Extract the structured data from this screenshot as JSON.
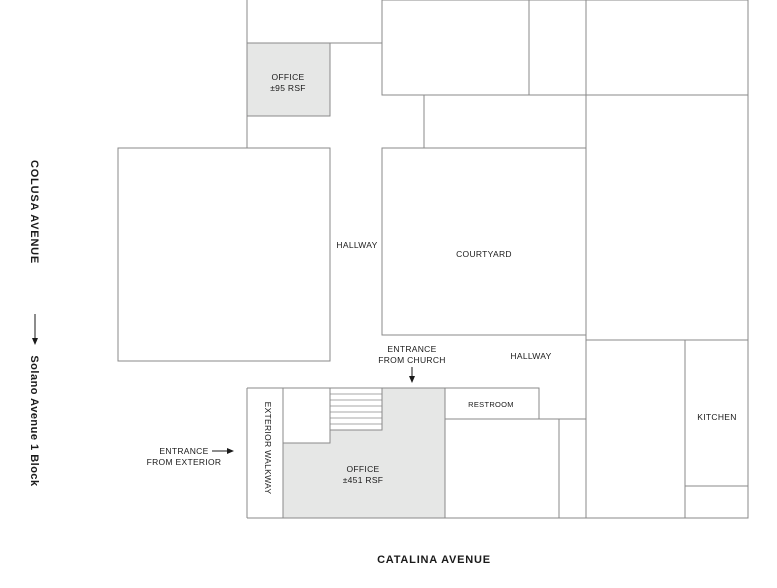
{
  "colors": {
    "wall": "#8a8a8a",
    "shaded_office": "#e6e7e6",
    "text": "#1a1a1a"
  },
  "streets": {
    "left": "COLUSA AVENUE",
    "left_direction": "Solano Avenue 1 Block",
    "bottom": "CATALINA AVENUE"
  },
  "rooms": {
    "office_small_name": "OFFICE",
    "office_small_size": "±95 RSF",
    "office_large_name": "OFFICE",
    "office_large_size": "±451 RSF",
    "hallway_center": "HALLWAY",
    "hallway_right": "HALLWAY",
    "courtyard": "COURTYARD",
    "restroom": "RESTROOM",
    "kitchen": "KITCHEN",
    "exterior_walkway": "EXTERIOR WALKWAY"
  },
  "entrances": {
    "church_line1": "ENTRANCE",
    "church_line2": "FROM CHURCH",
    "exterior_line1": "ENTRANCE",
    "exterior_line2": "FROM EXTERIOR"
  }
}
